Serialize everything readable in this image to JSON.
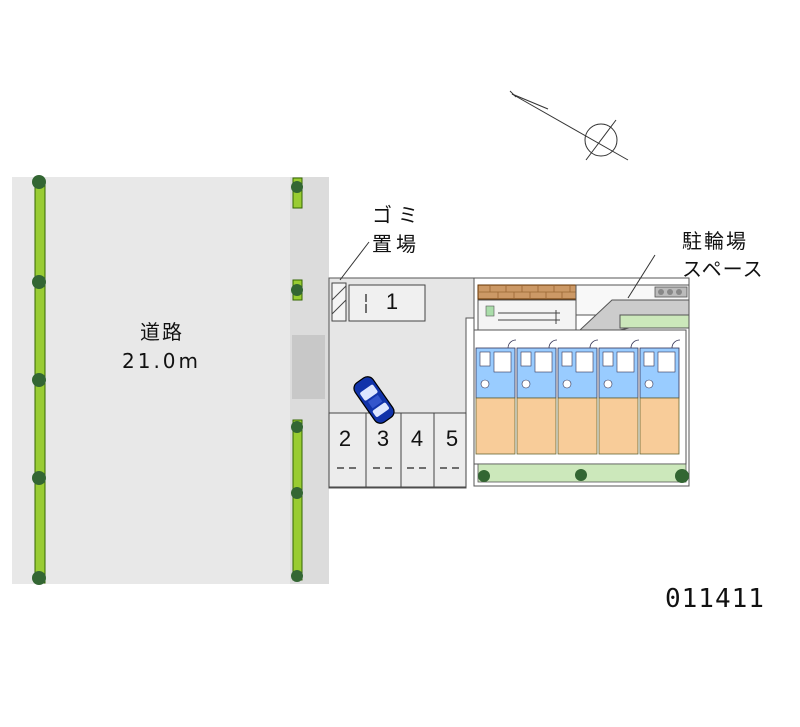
{
  "road": {
    "name": "道路",
    "width": "21.0m"
  },
  "garbage_area": {
    "line1": "ゴミ",
    "line2": "置場"
  },
  "bicycle_parking": {
    "line1": "駐輪場",
    "line2": "スペース"
  },
  "parking_slots": [
    "1",
    "2",
    "3",
    "4",
    "5"
  ],
  "property_id": "011411",
  "colors": {
    "road": "#e8e8e8",
    "lot": "#e6e6e6",
    "hedge": "#99cc33",
    "room": "#f8cc99",
    "bath": "#99ccff",
    "car": "#1133aa",
    "bike_area": "#cccccc",
    "grass": "#cce8bb",
    "brick": "#cc9966"
  },
  "icons": [
    "north-compass-icon",
    "car-icon",
    "tree-icon"
  ]
}
